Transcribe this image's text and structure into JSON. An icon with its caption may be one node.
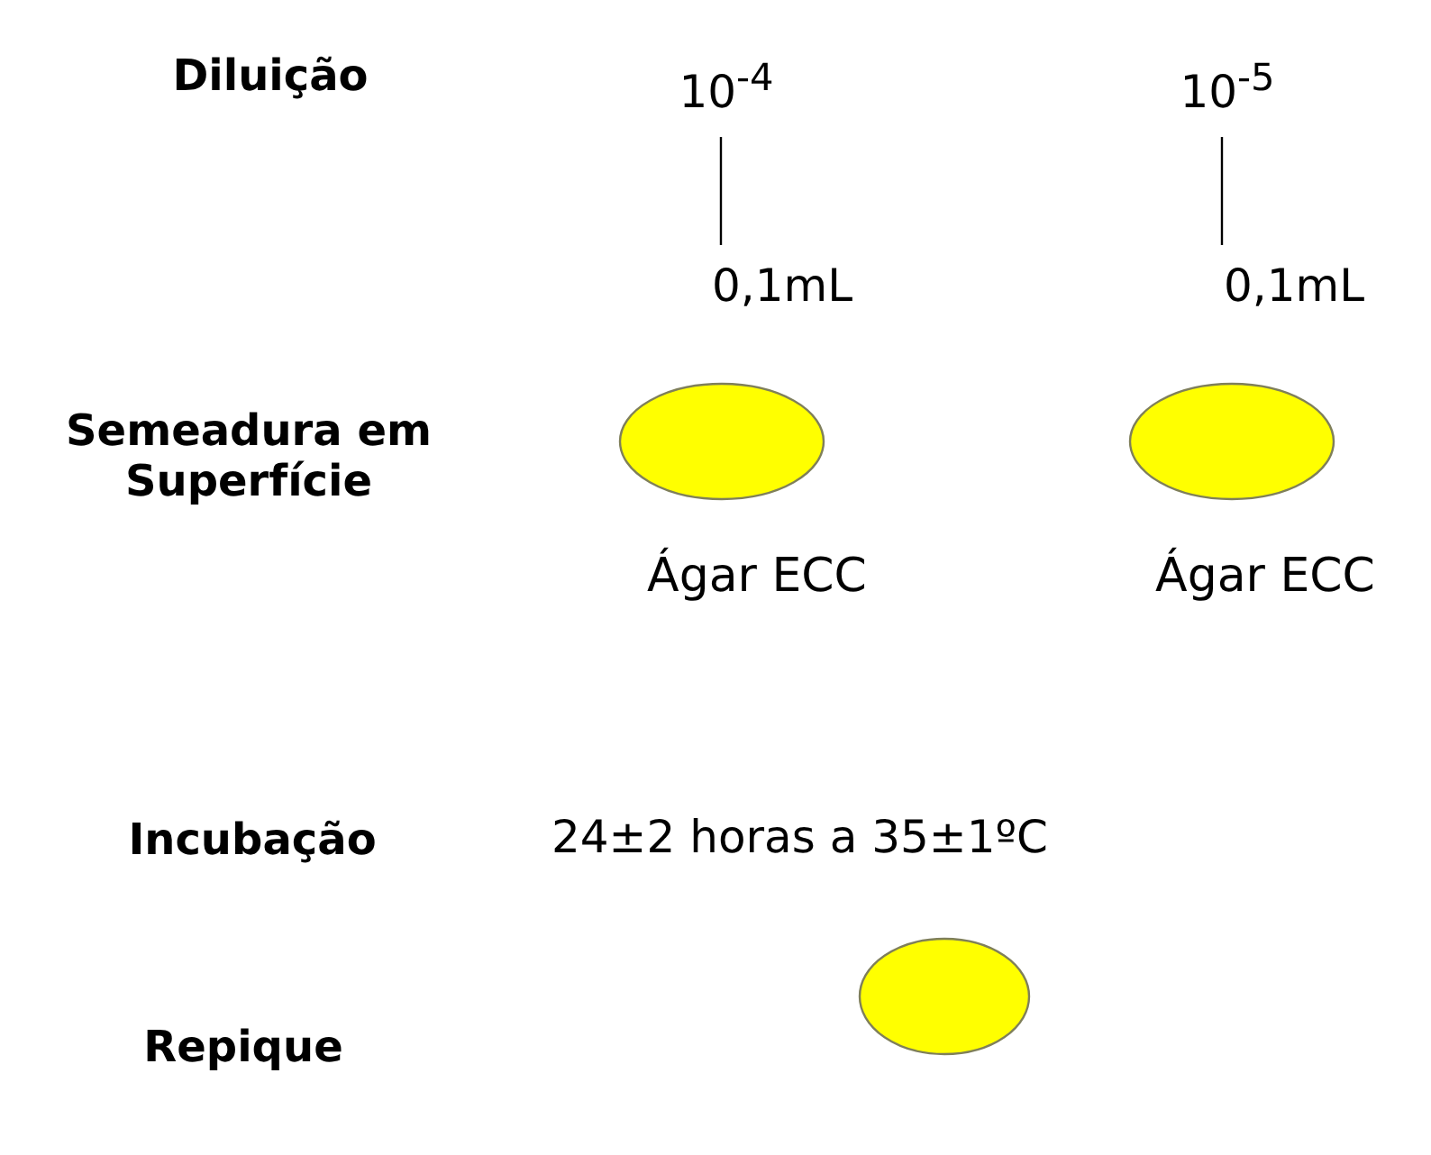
{
  "diagram": {
    "nodes": [
      {
        "text": [
          "10$^{-4}$"
        ]
      },
      {
        "text": [
          "10$^{-5}$"
        ]
      },
      {
        "text": [
          "0,1mL"
        ]
      },
      {
        "text": [
          "0,1mL"
        ]
      },
      {
        "text": [],
        "shape": "ellipse",
        "beside": [
          "Ágar ECC"
        ]
      },
      {
        "text": [],
        "shape": "ellipse",
        "beside": [
          "Ágar ECC"
        ]
      },
      {
        "text": [],
        "shape": "ellipse"
      }
    ],
    "edges": [
      {
        "from": 0,
        "to": 2,
        "arrow": "none"
      },
      {
        "from": 1,
        "to": 3,
        "arrow": "none"
      }
    ],
    "labels": [
      "Diluição",
      "Semeadura em Superfície",
      "Incubação",
      "24±2 horas a 35±1ºC",
      "Repique"
    ]
  }
}
